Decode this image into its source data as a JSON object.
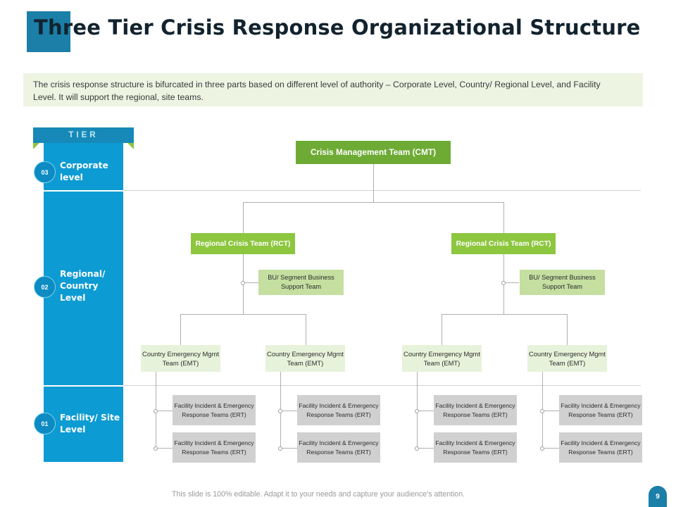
{
  "slide": {
    "title": "Three Tier Crisis Response Organizational Structure",
    "intro": "The crisis response structure is bifurcated in three parts based on different level of authority – Corporate Level, Country/ Regional Level, and Facility Level. It will support the regional, site teams.",
    "footer": "This slide is 100% editable. Adapt it to your needs and capture your audience's attention.",
    "page_number": "9"
  },
  "colors": {
    "title_accent": "#1B7FA8",
    "intro_band": "#EDF4E2",
    "tier_banner": "#1789B8",
    "tier_column": "#0D9BD3",
    "ribbon": "#8CC63F",
    "cmt": "#6DAB35",
    "rct": "#8DC63F",
    "bu": "#C4DFA0",
    "emt": "#E7F2DA",
    "ert": "#D0D0D0",
    "connector": "#AFAFAF"
  },
  "tier_panel": {
    "header": "TIER",
    "levels": [
      {
        "number": "03",
        "label": "Corporate\nlevel"
      },
      {
        "number": "02",
        "label": "Regional/\nCountry\nLevel"
      },
      {
        "number": "01",
        "label": "Facility/ Site\nLevel"
      }
    ]
  },
  "org_chart": {
    "type": "hierarchy",
    "root": {
      "id": "cmt",
      "label": "Crisis Management Team (CMT)",
      "tier": "Corporate level"
    },
    "nodes": {
      "rct_left": {
        "label": "Regional Crisis Team (RCT)",
        "tier": "Regional/ Country Level"
      },
      "rct_right": {
        "label": "Regional Crisis Team (RCT)",
        "tier": "Regional/ Country Level"
      },
      "bu_left": {
        "label": "BU/ Segment Business Support Team",
        "tier": "Regional/ Country Level"
      },
      "bu_right": {
        "label": "BU/ Segment Business Support Team",
        "tier": "Regional/ Country Level"
      },
      "emt_1": {
        "label": "Country Emergency Mgmt Team  (EMT)",
        "tier": "Regional/ Country Level"
      },
      "emt_2": {
        "label": "Country Emergency Mgmt Team  (EMT)",
        "tier": "Regional/ Country Level"
      },
      "emt_3": {
        "label": "Country Emergency Mgmt Team  (EMT)",
        "tier": "Regional/ Country Level"
      },
      "emt_4": {
        "label": "Country Emergency Mgmt Team  (EMT)",
        "tier": "Regional/ Country Level"
      },
      "ert_1a": {
        "label": "Facility Incident & Emergency Response Teams (ERT)",
        "tier": "Facility/ Site Level"
      },
      "ert_1b": {
        "label": "Facility Incident & Emergency Response Teams (ERT)",
        "tier": "Facility/ Site Level"
      },
      "ert_2a": {
        "label": "Facility Incident & Emergency Response Teams (ERT)",
        "tier": "Facility/ Site Level"
      },
      "ert_2b": {
        "label": "Facility Incident & Emergency Response Teams (ERT)",
        "tier": "Facility/ Site Level"
      },
      "ert_3a": {
        "label": "Facility Incident & Emergency Response Teams (ERT)",
        "tier": "Facility/ Site Level"
      },
      "ert_3b": {
        "label": "Facility Incident & Emergency Response Teams (ERT)",
        "tier": "Facility/ Site Level"
      },
      "ert_4a": {
        "label": "Facility Incident & Emergency Response Teams (ERT)",
        "tier": "Facility/ Site Level"
      },
      "ert_4b": {
        "label": "Facility Incident & Emergency Response Teams (ERT)",
        "tier": "Facility/ Site Level"
      }
    },
    "edges": [
      [
        "cmt",
        "rct_left"
      ],
      [
        "cmt",
        "rct_right"
      ],
      [
        "rct_left",
        "bu_left"
      ],
      [
        "rct_right",
        "bu_right"
      ],
      [
        "rct_left",
        "emt_1"
      ],
      [
        "rct_left",
        "emt_2"
      ],
      [
        "rct_right",
        "emt_3"
      ],
      [
        "rct_right",
        "emt_4"
      ],
      [
        "emt_1",
        "ert_1a"
      ],
      [
        "emt_1",
        "ert_1b"
      ],
      [
        "emt_2",
        "ert_2a"
      ],
      [
        "emt_2",
        "ert_2b"
      ],
      [
        "emt_3",
        "ert_3a"
      ],
      [
        "emt_3",
        "ert_3b"
      ],
      [
        "emt_4",
        "ert_4a"
      ],
      [
        "emt_4",
        "ert_4b"
      ]
    ]
  }
}
